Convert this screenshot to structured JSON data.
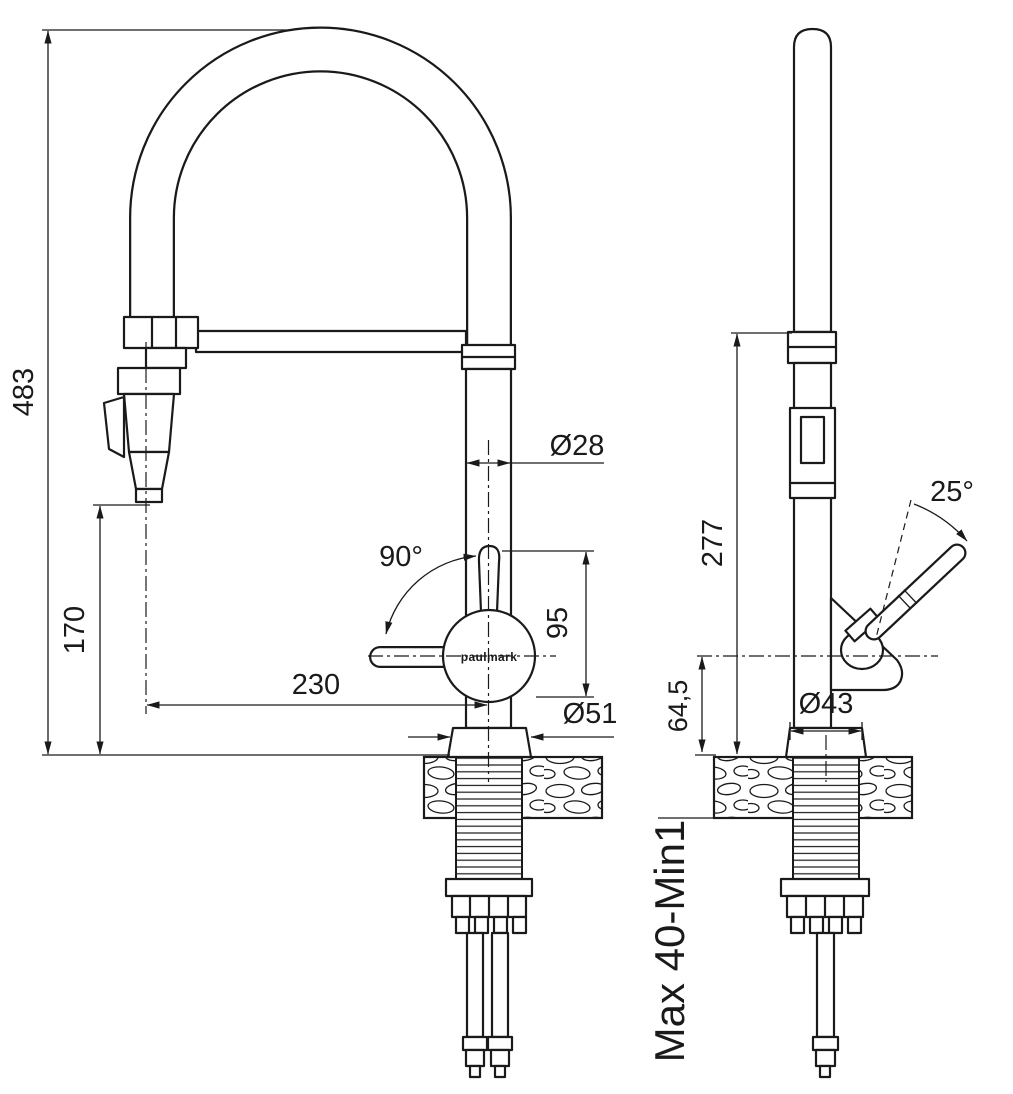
{
  "drawing": {
    "brand_logo": "paulmark",
    "front_view": {
      "overall_height": "483",
      "spray_head_height": "170",
      "spout_reach": "230",
      "spout_diameter": "Ø28",
      "handle_swing_angle": "90°",
      "handle_height": "95",
      "base_diameter": "Ø51"
    },
    "side_view": {
      "spout_height": "277",
      "lever_angle": "25°",
      "body_axis_height": "64,5",
      "base_diameter": "Ø43",
      "mounting_range": "Max 40-Min1"
    }
  }
}
